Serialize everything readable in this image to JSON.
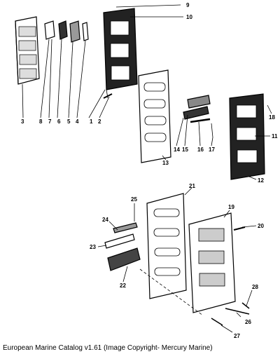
{
  "caption": "European Marine Catalog v1.61 (Image Copyright- Mercury Marine)",
  "callouts": [
    "1",
    "2",
    "3",
    "4",
    "5",
    "6",
    "7",
    "8",
    "9",
    "10",
    "11",
    "12",
    "13",
    "14",
    "15",
    "16",
    "17",
    "18",
    "19",
    "20",
    "21",
    "22",
    "23",
    "24",
    "25",
    "26",
    "27",
    "28"
  ]
}
